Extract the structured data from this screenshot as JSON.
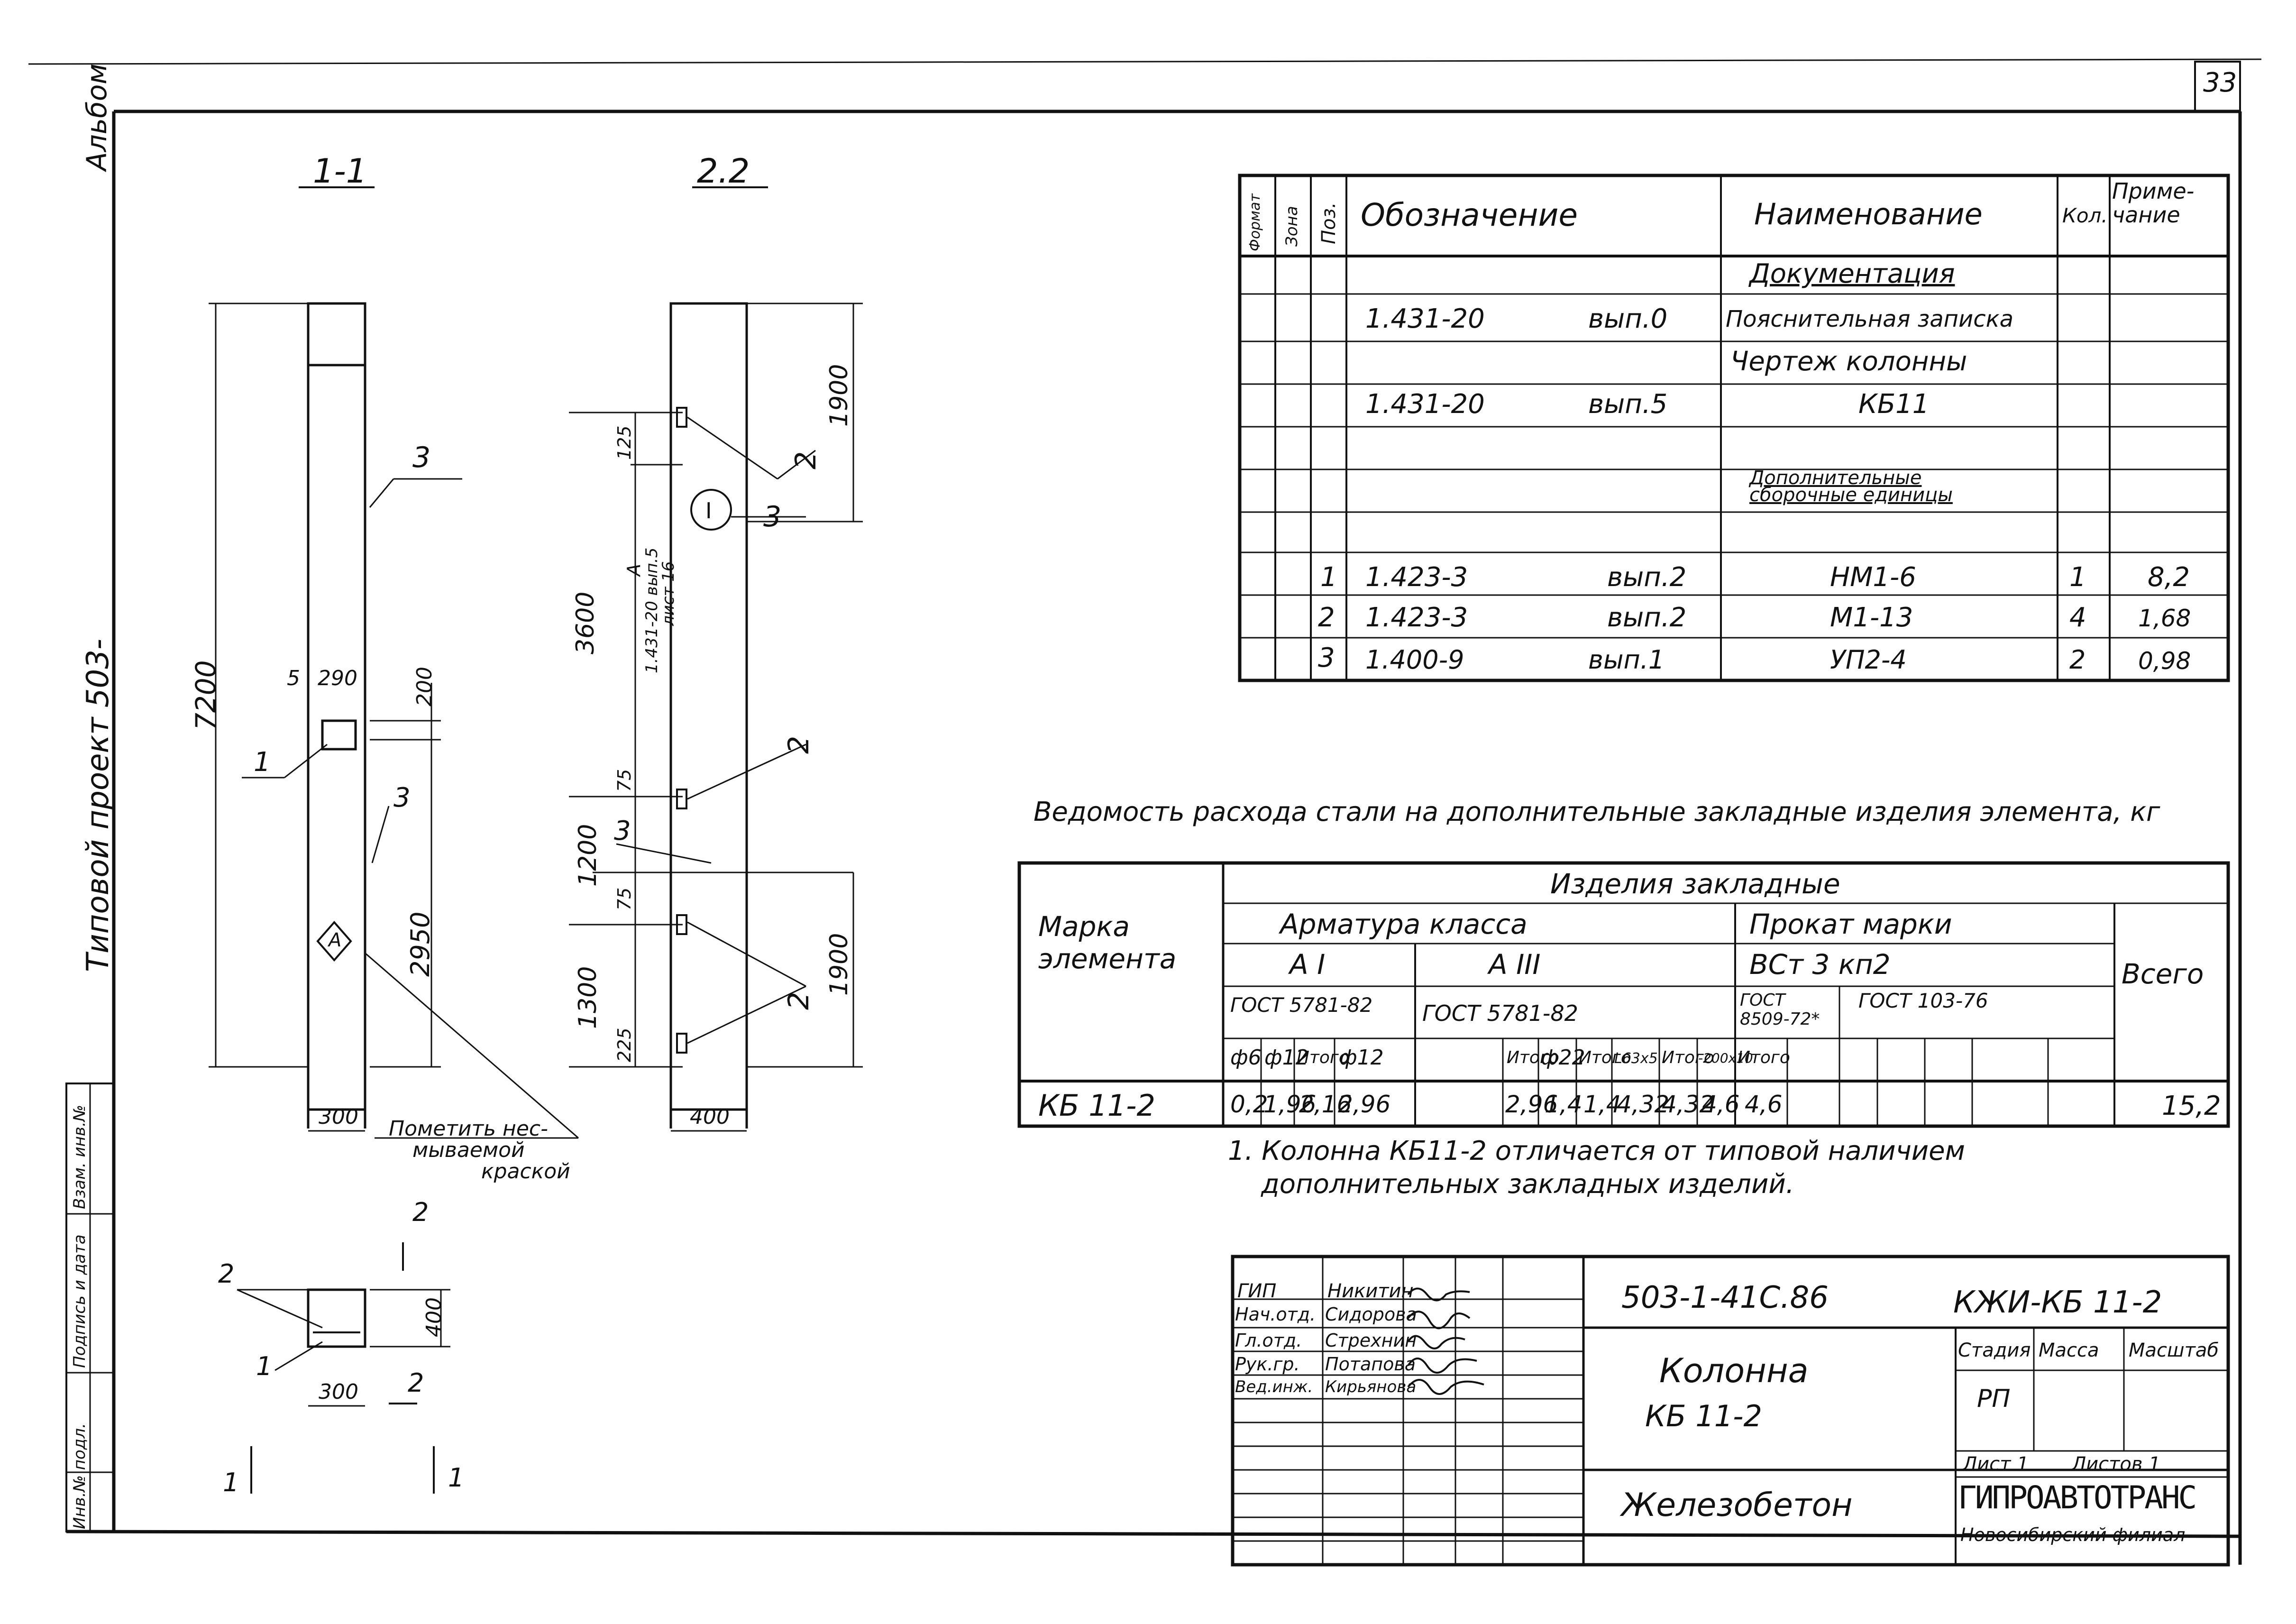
{
  "page": {
    "sheet_number": "33",
    "album_label": "Альбом",
    "project_label": "Типовой проект 503-",
    "margin_labels": [
      "Инв.№ подл.",
      "Подпись и дата",
      "Взам. инв.№"
    ]
  },
  "section_views": {
    "section_1": {
      "title": "1-1",
      "dim_7200": "7200",
      "dim_290": "290",
      "dim_5": "5",
      "dim_200": "200",
      "dim_2950": "2950",
      "dim_300_bottom": "300",
      "callout_1": "1",
      "callout_3_top": "3",
      "callout_3_mid": "3",
      "marker_a": "A",
      "note": [
        "Пометить нес-",
        "мываемой",
        "краской"
      ]
    },
    "section_2": {
      "title": "2.2",
      "dim_1900_top": "1900",
      "dim_125": "125",
      "dim_3600": "3600",
      "dim_75_a": "75",
      "dim_1200": "1200",
      "dim_75_b": "75",
      "dim_1300": "1300",
      "dim_225": "225",
      "dim_1900_bottom": "1900",
      "dim_400_bottom": "400",
      "callout_2_top": "2",
      "callout_3_circle": "3",
      "callout_2_mid": "2",
      "callout_3_left": "3",
      "callout_2_bottom": "2",
      "circle_label": "I",
      "ref_note": [
        "A",
        "1.431-20 вып.5",
        "лист 16"
      ]
    },
    "cross_section": {
      "callout_2": "2",
      "callout_1": "1",
      "dim_400": "400",
      "dim_300": "300",
      "cut_2_top": "2",
      "cut_2_bottom": "2",
      "cut_1_left": "1",
      "cut_1_right": "1"
    }
  },
  "spec_table": {
    "headers": [
      "Формат",
      "Зона",
      "Поз.",
      "Обозначение",
      "Наименование",
      "Кол.",
      "Приме-чание"
    ],
    "rows": [
      {
        "pos": "",
        "designation": "",
        "variant": "",
        "name": "Документация",
        "qty": "",
        "note": ""
      },
      {
        "pos": "",
        "designation": "1.431-20",
        "variant": "вып.0",
        "name": "Пояснительная записка",
        "qty": "",
        "note": ""
      },
      {
        "pos": "",
        "designation": "",
        "variant": "",
        "name": "Чертеж колонны",
        "qty": "",
        "note": ""
      },
      {
        "pos": "",
        "designation": "1.431-20",
        "variant": "вып.5",
        "name": "КБ11",
        "qty": "",
        "note": ""
      },
      {
        "pos": "",
        "designation": "",
        "variant": "",
        "name": "",
        "qty": "",
        "note": ""
      },
      {
        "pos": "",
        "designation": "",
        "variant": "",
        "name": "Дополнительные сборочные единицы",
        "qty": "",
        "note": ""
      },
      {
        "pos": "",
        "designation": "",
        "variant": "",
        "name": "",
        "qty": "",
        "note": ""
      },
      {
        "pos": "1",
        "designation": "1.423-3",
        "variant": "вып.2",
        "name": "НМ1-6",
        "qty": "1",
        "note": "8,2"
      },
      {
        "pos": "2",
        "designation": "1.423-3",
        "variant": "вып.2",
        "name": "М1-13",
        "qty": "4",
        "note": "1,68"
      },
      {
        "pos": "3",
        "designation": "1.400-9",
        "variant": "вып.1",
        "name": "УП2-4",
        "qty": "2",
        "note": "0,98"
      }
    ]
  },
  "steel_table": {
    "caption": "Ведомость расхода стали на дополнительные закладные изделия элемента, кг",
    "mark_header": "Марка элемента",
    "items_header": "Изделия закладные",
    "rebar_header": "Арматура класса",
    "rolled_header": "Прокат марки",
    "class_ai": "А I",
    "class_aiii": "А III",
    "steel_grade": "ВСт 3 кп2",
    "total_header": "Всего",
    "gost_5781_a": "ГОСТ 5781-82",
    "gost_5781_b": "ГОСТ 5781-82",
    "gost_8509": "ГОСТ 8509-72*",
    "gost_103": "ГОСТ 103-76",
    "sub_headers": [
      "ф6",
      "ф12",
      "Итого",
      "ф12",
      "",
      "Итого",
      "ф22",
      "Итого",
      "L63х5",
      "Итого",
      "-200х10",
      "Итого",
      "",
      ""
    ],
    "row": {
      "mark": "КБ 11-2",
      "values": [
        "0,2",
        "1,96",
        "2,16",
        "2,96",
        "",
        "2,96",
        "1,4",
        "1,4",
        "4,32",
        "4,32",
        "4,6",
        "4,6",
        "",
        ""
      ],
      "total": "15,2"
    },
    "notes": [
      "1. Колонна КБ11-2 отличается от типовой наличием",
      "дополнительных закладных изделий."
    ]
  },
  "title_block": {
    "project_code": "503-1-41С.86",
    "drawing_code": "КЖИ-КБ 11-2",
    "object_name": [
      "Колонна",
      "КБ 11-2"
    ],
    "material": "Железобетон",
    "stage_header": "Стадия",
    "mass_header": "Масса",
    "scale_header": "Масштаб",
    "stage": "РП",
    "sheet": "Лист 1",
    "sheets": "Листов 1",
    "organization": "ГИПРОАВТОТРАНС",
    "branch": "Новосибирский филиал",
    "signatures": [
      {
        "role": "ГИП",
        "name": "Никитин"
      },
      {
        "role": "Нач.отд.",
        "name": "Сидорова"
      },
      {
        "role": "Гл.отд.",
        "name": "Стрехнин"
      },
      {
        "role": "Рук.гр.",
        "name": "Потапова"
      },
      {
        "role": "Вед.инж.",
        "name": "Кирьянова"
      }
    ]
  }
}
